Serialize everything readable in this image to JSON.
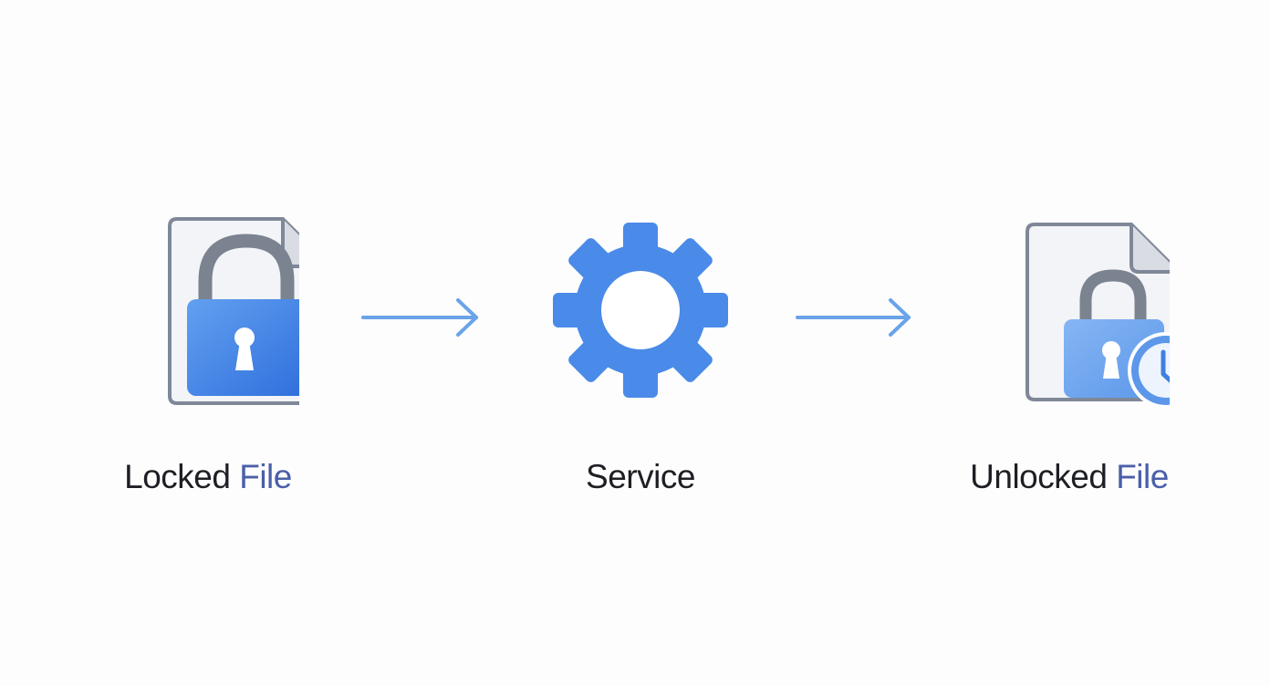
{
  "colors": {
    "accent_text": "#4a5fa8",
    "icon_blue": "#4a8ae8",
    "icon_blue_light": "#6aa3ee",
    "arrow_blue": "#6aa3e8",
    "outline_gray": "#7f8898",
    "paper": "#f2f3f6"
  },
  "nodes": [
    {
      "icon": "locked-file-icon",
      "label_main": "Locked",
      "label_accent": "File"
    },
    {
      "icon": "gear-icon",
      "label_main": "Service",
      "label_accent": ""
    },
    {
      "icon": "unlocked-file-clock-icon",
      "label_main": "Unlocked",
      "label_accent": "File"
    }
  ],
  "arrows": [
    "arrow-right-icon",
    "arrow-right-icon"
  ]
}
